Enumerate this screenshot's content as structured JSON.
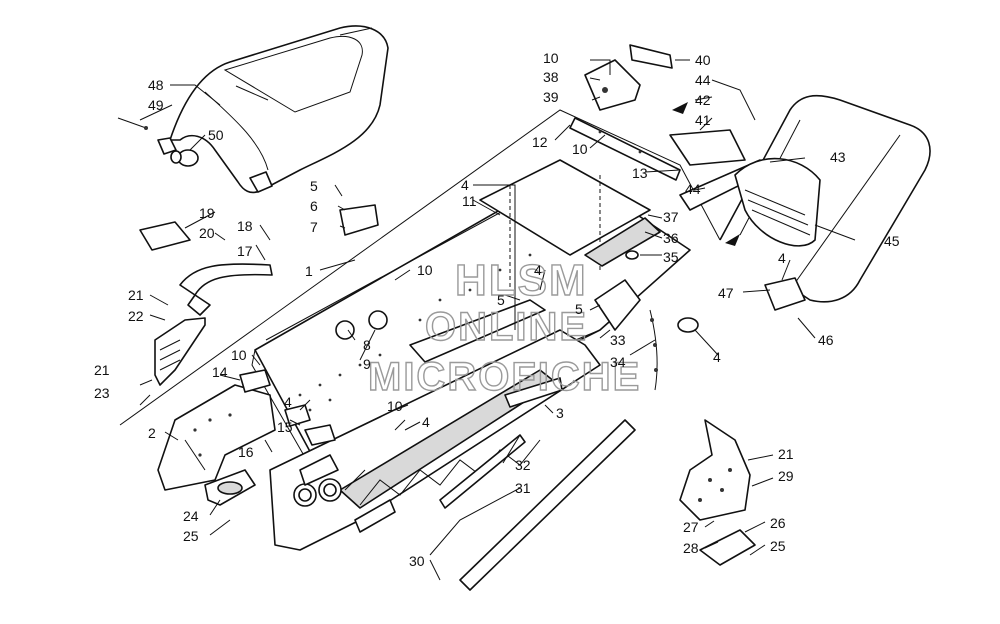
{
  "watermark": {
    "line1": "HLSM",
    "line2": "ONLINE",
    "line3": "MICROFICHE"
  },
  "callouts": {
    "c1": "1",
    "c2": "2",
    "c3": "3",
    "c4a": "4",
    "c4b": "4",
    "c4c": "4",
    "c4d": "4",
    "c4e": "4",
    "c4f": "4",
    "c5a": "5",
    "c5b": "5",
    "c5c": "5",
    "c6": "6",
    "c7": "7",
    "c8": "8",
    "c9": "9",
    "c10a": "10",
    "c10b": "10",
    "c10c": "10",
    "c10d": "10",
    "c10e": "10",
    "c11": "11",
    "c12": "12",
    "c13": "13",
    "c14": "14",
    "c15": "15",
    "c16": "16",
    "c17": "17",
    "c18": "18",
    "c19": "19",
    "c20": "20",
    "c21a": "21",
    "c21b": "21",
    "c21c": "21",
    "c22": "22",
    "c23": "23",
    "c24": "24",
    "c25a": "25",
    "c25b": "25",
    "c26": "26",
    "c27": "27",
    "c28": "28",
    "c29": "29",
    "c30": "30",
    "c31": "31",
    "c32": "32",
    "c33": "33",
    "c34": "34",
    "c35": "35",
    "c36": "36",
    "c37": "37",
    "c38": "38",
    "c39": "39",
    "c40": "40",
    "c41": "41",
    "c42": "42",
    "c43": "43",
    "c44a": "44",
    "c44b": "44",
    "c45": "45",
    "c46": "46",
    "c47": "47",
    "c48": "48",
    "c49": "49",
    "c50": "50"
  }
}
